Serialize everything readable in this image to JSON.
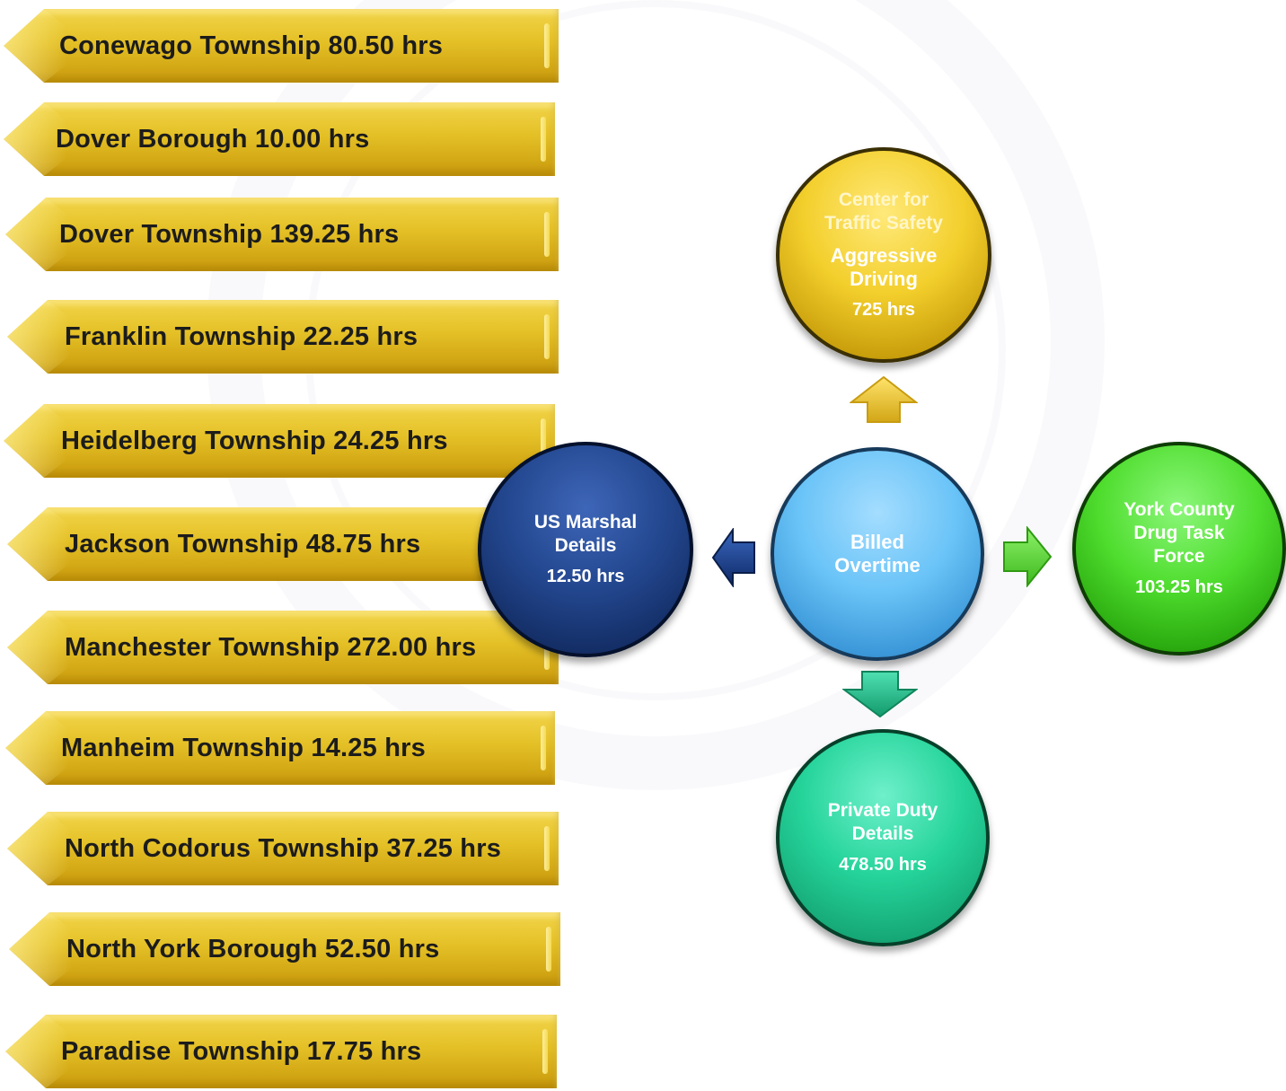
{
  "colors": {
    "banner_gold": "#e4c026",
    "banner_text": "#1c1c1c",
    "center_blue": "#69c3f7",
    "top_yellow": "#f3cf2c",
    "left_navy": "#23478f",
    "right_green": "#4fdd2e",
    "bottom_teal": "#25d49a"
  },
  "banners": [
    {
      "label": "Conewago Township 80.50 hrs"
    },
    {
      "label": "Dover Borough 10.00 hrs"
    },
    {
      "label": "Dover Township 139.25 hrs"
    },
    {
      "label": "Franklin Township 22.25 hrs"
    },
    {
      "label": "Heidelberg Township 24.25 hrs"
    },
    {
      "label": "Jackson Township 48.75 hrs"
    },
    {
      "label": "Manchester Township 272.00 hrs"
    },
    {
      "label": "Manheim Township 14.25 hrs"
    },
    {
      "label": "North Codorus Township 37.25 hrs"
    },
    {
      "label": "North York Borough 52.50 hrs"
    },
    {
      "label": "Paradise Township 17.75 hrs"
    }
  ],
  "diagram": {
    "center": {
      "line1": "Billed",
      "line2": "Overtime"
    },
    "top": {
      "line1": "Center for",
      "line2": "Traffic Safety",
      "line3": "Aggressive",
      "line4": "Driving",
      "hours": "725 hrs"
    },
    "left": {
      "line1": "US Marshal",
      "line2": "Details",
      "hours": "12.50 hrs"
    },
    "right": {
      "line1": "York County",
      "line2": "Drug Task",
      "line3": "Force",
      "hours": "103.25 hrs"
    },
    "bottom": {
      "line1": "Private Duty",
      "line2": "Details",
      "hours": "478.50 hrs"
    }
  }
}
